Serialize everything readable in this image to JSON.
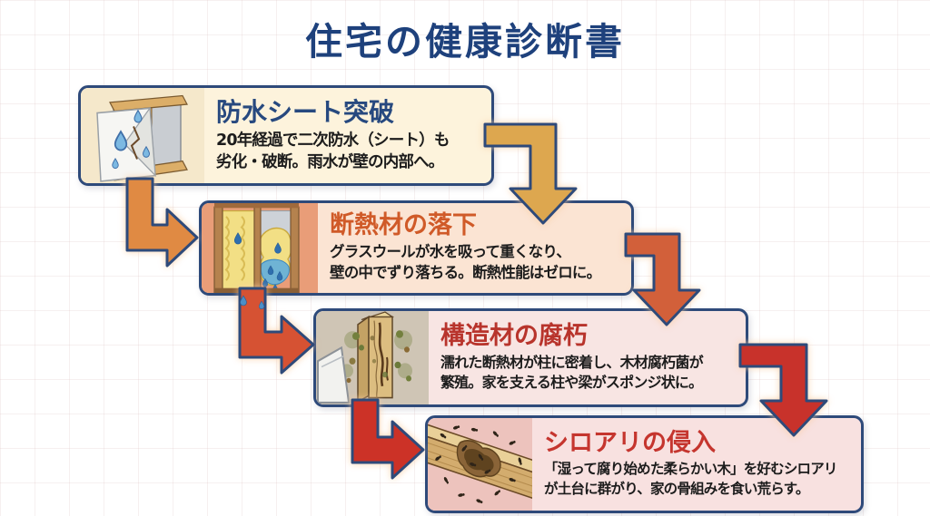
{
  "page": {
    "title": "住宅の健康診断書",
    "title_color": "#1e417c",
    "border_color": "#2e4a7a",
    "background_color": "#ffffff"
  },
  "stages": [
    {
      "title": "防水シート突破",
      "title_color": "#27497f",
      "line1": "20年経過で二次防水（シート）も",
      "line2": "劣化・破断。雨水が壁の内部へ。",
      "bg": "#fdf3dc",
      "illus_bg": "#f5e8cb",
      "icon": "leaking-wall-illustration"
    },
    {
      "title": "断熱材の落下",
      "title_color": "#d05a28",
      "line1": "グラスウールが水を吸って重くなり、",
      "line2": "壁の中でずり落ちる。断熱性能はゼロに。",
      "bg": "#fbe4d3",
      "illus_bg": "#e99d78",
      "icon": "fallen-insulation-illustration"
    },
    {
      "title": "構造材の腐朽",
      "title_color": "#b8342c",
      "line1": "濡れた断熱材が柱に密着し、木材腐朽菌が",
      "line2": "繁殖。家を支える柱や梁がスポンジ状に。",
      "bg": "#f8e5e3",
      "illus_bg": "#cfc5b5",
      "icon": "rotting-post-illustration"
    },
    {
      "title": "シロアリの侵入",
      "title_color": "#c5352e",
      "line1": "「湿って腐り始めた柔らかい木」を好むシロアリ",
      "line2": "が土台に群がり、家の骨組みを食い荒らす。",
      "bg": "#f8e1e0",
      "illus_bg": "#edc3bd",
      "icon": "termite-beam-illustration"
    }
  ],
  "arrows": [
    {
      "name": "waterproof-to-insulation-right",
      "color": "#dda74f"
    },
    {
      "name": "waterproof-to-insulation-left",
      "color": "#e08a43"
    },
    {
      "name": "insulation-to-structure-right",
      "color": "#d2603a"
    },
    {
      "name": "insulation-to-structure-left",
      "color": "#d65233"
    },
    {
      "name": "structure-to-termite-right",
      "color": "#c8322b"
    },
    {
      "name": "structure-to-termite-left",
      "color": "#cc3227"
    }
  ]
}
